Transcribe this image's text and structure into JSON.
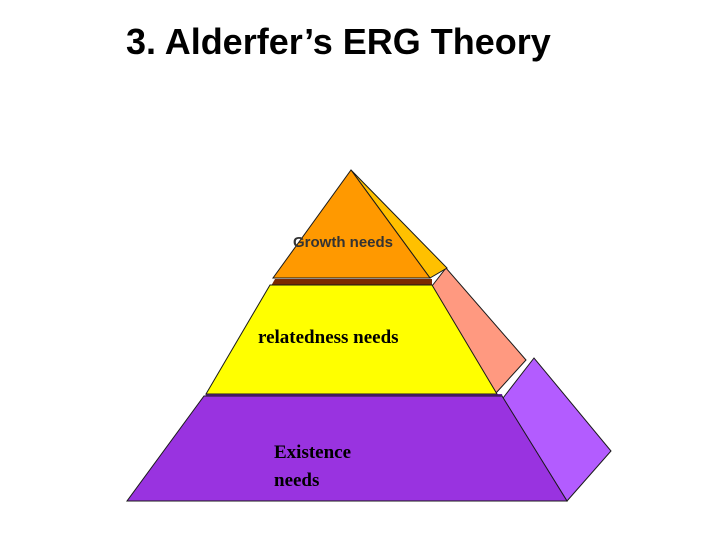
{
  "title": "3. Alderfer’s ERG Theory",
  "levels": {
    "growth": {
      "label": "Growth needs",
      "front_color": "#FF9900",
      "side_color": "#FFC000"
    },
    "relatedness": {
      "label": "relatedness needs",
      "front_color": "#FFFF00",
      "side_color": "#FF9980"
    },
    "existence": {
      "label_line1": "Existence",
      "label_line2": "needs",
      "front_color": "#9933E0",
      "side_color": "#B35CFF"
    }
  },
  "colors": {
    "outline": "#1a1a1a",
    "separator": "#7a2a00"
  }
}
